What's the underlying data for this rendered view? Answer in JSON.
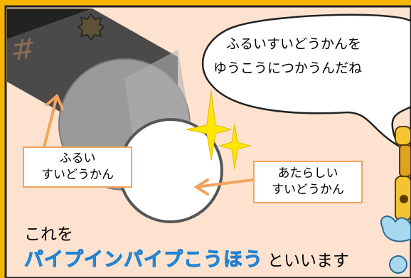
{
  "speech_bubble": {
    "line1": "ふるいすいどうかんを",
    "line2": "ゆうこうにつかうんだね"
  },
  "labels": {
    "old_pipe": [
      "ふるい",
      "すいどうかん"
    ],
    "new_pipe": [
      "あたらしい",
      "すいどうかん"
    ]
  },
  "caption": {
    "intro": "これを",
    "method_name": "パイプインパイプこうほう",
    "suffix": "といいます"
  },
  "colors": {
    "frame": "#f5b400",
    "background": "#fde3cf",
    "label_border": "#f3a35e",
    "method_text": "#2fb6f1"
  }
}
